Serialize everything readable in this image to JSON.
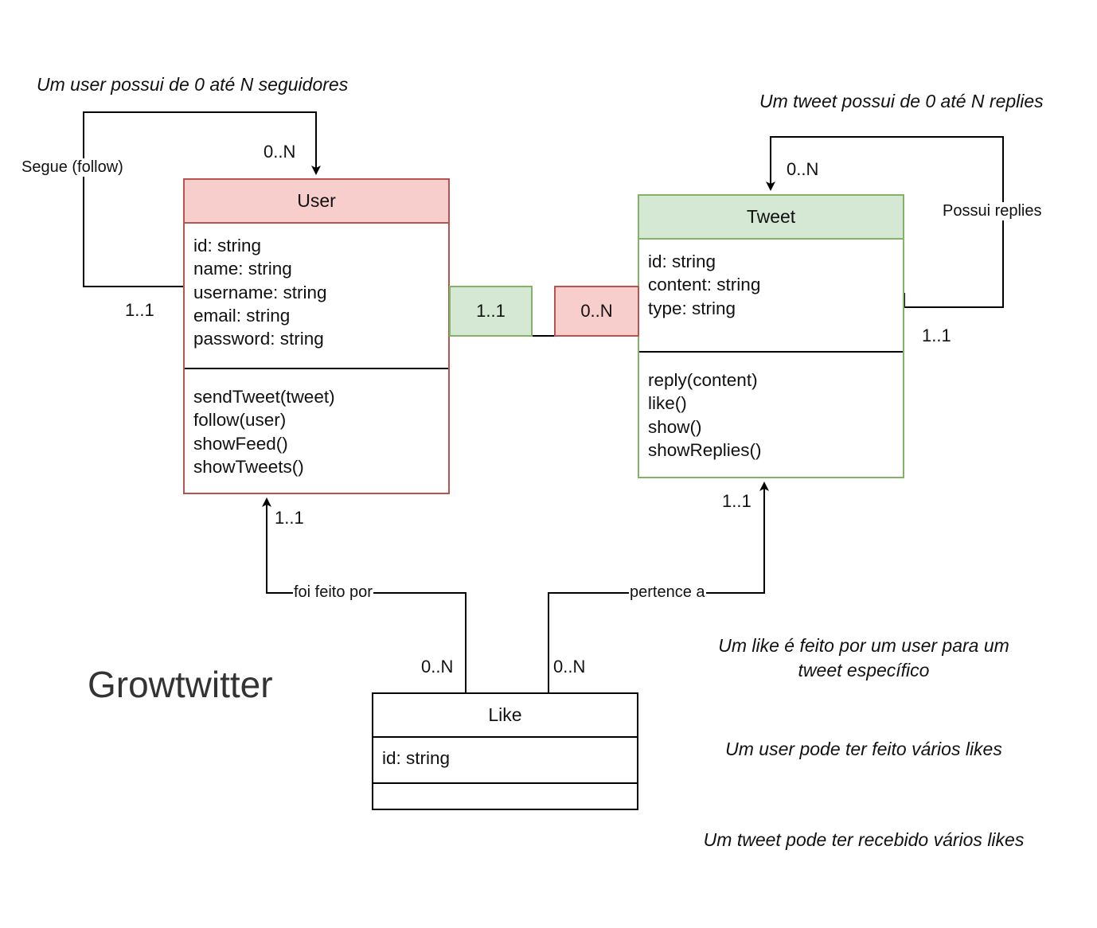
{
  "diagram": {
    "title": "Growtwitter",
    "classes": {
      "user": {
        "name": "User",
        "attributes": [
          "id: string",
          "name: string",
          "username: string",
          "email: string",
          "password: string"
        ],
        "methods": [
          "sendTweet(tweet)",
          "follow(user)",
          "showFeed()",
          "showTweets()"
        ],
        "fill": "#f8cecc",
        "stroke": "#b85450"
      },
      "tweet": {
        "name": "Tweet",
        "attributes": [
          "id: string",
          "content: string",
          "type: string"
        ],
        "methods": [
          "reply(content)",
          "like()",
          "show()",
          "showReplies()"
        ],
        "fill": "#d5e8d4",
        "stroke": "#82b366"
      },
      "like": {
        "name": "Like",
        "attributes": [
          "id: string"
        ],
        "methods": [],
        "fill": "#ffffff",
        "stroke": "#000000"
      }
    },
    "relations": {
      "follow": {
        "label": "Segue (follow)",
        "source_mult": "1..1",
        "target_mult": "0..N"
      },
      "replies": {
        "label": "Possui replies",
        "source_mult": "1..1",
        "target_mult": "0..N"
      },
      "user_tweet": {
        "user_mult": "1..1",
        "tweet_mult": "0..N"
      },
      "like_user": {
        "label": "foi feito por",
        "like_mult": "0..N",
        "user_mult": "1..1"
      },
      "like_tweet": {
        "label": "pertence a",
        "like_mult": "0..N",
        "tweet_mult": "1..1"
      }
    },
    "notes": {
      "followers": "Um user possui de 0 até N seguidores",
      "replies": "Um tweet possui de 0 até N replies",
      "like_line1": "Um like é feito por um user para um",
      "like_line2": "tweet específico",
      "user_likes": "Um user pode ter feito vários likes",
      "tweet_likes": "Um tweet pode ter recebido vários likes"
    }
  }
}
